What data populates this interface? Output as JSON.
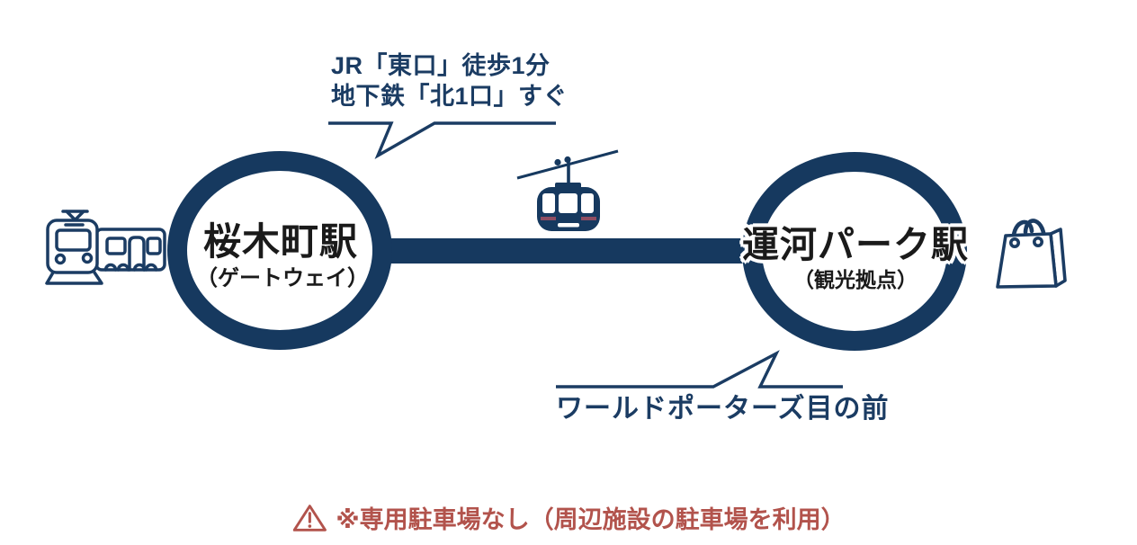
{
  "stations": {
    "left": {
      "name": "桜木町駅",
      "subtitle": "（ゲートウェイ）"
    },
    "right": {
      "name": "運河パーク駅",
      "subtitle": "（観光拠点）"
    }
  },
  "callouts": {
    "top": {
      "line1": "JR「東口」徒歩1分",
      "line2": "地下鉄「北1口」すぐ"
    },
    "bottom": {
      "text": "ワールドポーターズ目の前"
    }
  },
  "notice": {
    "text": "※専用駐車場なし（周辺施設の駐車場を利用）"
  },
  "icons": {
    "left_of_diagram": "train-icon",
    "above_route": "ropeway-gondola-icon",
    "right_of_diagram": "shopping-bag-icon",
    "notice": "warning-triangle-icon"
  },
  "colors": {
    "navy": "#16395f",
    "text_black": "#1a1a1a",
    "notice_red": "#b2534c",
    "gondola_stripe": "#8e4d62",
    "background": "#ffffff"
  }
}
